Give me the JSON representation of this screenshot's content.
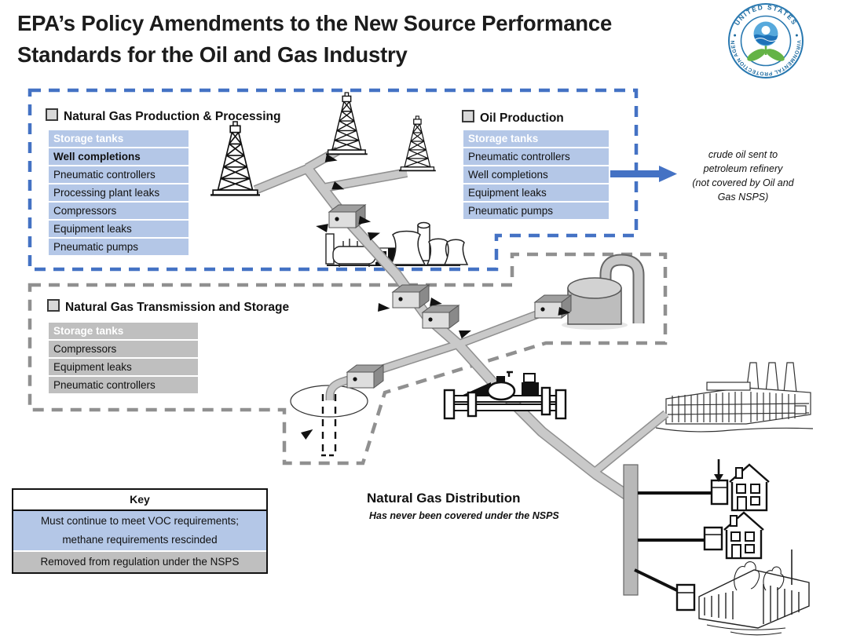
{
  "title": {
    "line1": "EPA’s Policy Amendments to the New Source Performance",
    "line2": "Standards for the Oil and Gas Industry"
  },
  "logo": {
    "top": "UNITED STATES",
    "bottom": "ENVIRONMENTAL PROTECTION AGENCY"
  },
  "sections": {
    "production": {
      "title": "Natural Gas Production & Processing",
      "items": [
        "Storage tanks",
        "Well completions",
        "Pneumatic controllers",
        "Processing plant leaks",
        "Compressors",
        "Equipment leaks",
        "Pneumatic pumps"
      ]
    },
    "oil": {
      "title": "Oil Production",
      "items": [
        "Storage tanks",
        "Pneumatic controllers",
        "Well completions",
        "Equipment leaks",
        "Pneumatic pumps"
      ]
    },
    "transmission": {
      "title": "Natural Gas Transmission and Storage",
      "items": [
        "Storage tanks",
        "Compressors",
        "Equipment leaks",
        "Pneumatic controllers"
      ]
    },
    "distribution": {
      "title": "Natural Gas Distribution",
      "subtitle": "Has never been covered under the NSPS"
    }
  },
  "crude_oil_note": {
    "lines": [
      "crude oil sent to",
      "petroleum refinery",
      "(not covered by Oil and",
      "Gas NSPS)"
    ]
  },
  "key": {
    "title": "Key",
    "voc_line1": "Must continue to meet VOC requirements;",
    "voc_line2": "methane requirements rescinded",
    "removed": "Removed from regulation under the NSPS"
  },
  "colors": {
    "item_blue": "#b4c7e7",
    "item_gray": "#bfbfbf",
    "dash_blue": "#4472c4",
    "dash_gray": "#909090",
    "arrow_blue": "#4472c4"
  }
}
